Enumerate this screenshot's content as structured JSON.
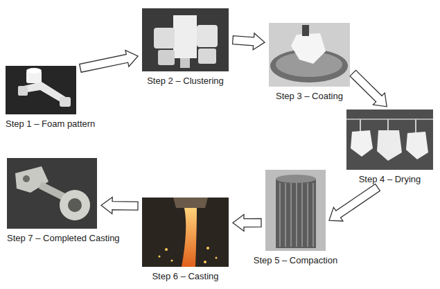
{
  "diagram": {
    "nodes": [
      {
        "text": [
          "Step 1 – Foam pattern"
        ]
      },
      {
        "text": [
          "Step 2 – Clustering"
        ]
      },
      {
        "text": [
          "Step 3 – Coating"
        ]
      },
      {
        "text": [
          "Step 4 – Drying"
        ]
      },
      {
        "text": [
          "Step 5 – Compaction"
        ]
      },
      {
        "text": [
          "Step 6 – Casting"
        ]
      },
      {
        "text": [
          "Step 7 – Completed Casting"
        ]
      }
    ],
    "edges": [
      {
        "from": 0,
        "to": 1,
        "arrow": "to"
      },
      {
        "from": 1,
        "to": 2,
        "arrow": "to"
      },
      {
        "from": 2,
        "to": 3,
        "arrow": "to"
      },
      {
        "from": 3,
        "to": 4,
        "arrow": "to"
      },
      {
        "from": 4,
        "to": 5,
        "arrow": "to"
      },
      {
        "from": 5,
        "to": 6,
        "arrow": "to"
      }
    ]
  }
}
